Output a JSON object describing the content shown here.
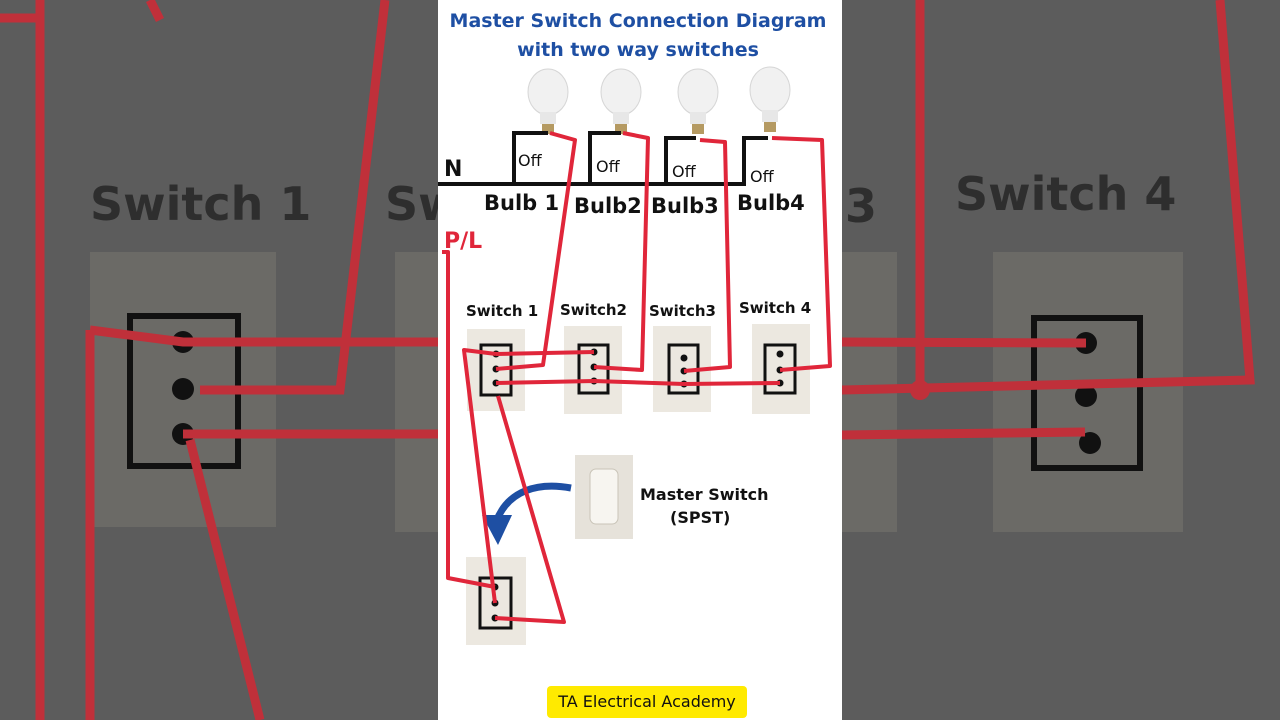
{
  "diagram": {
    "title_line1": "Master Switch Connection Diagram",
    "title_line2": "with two way switches",
    "neutral_label": "N",
    "phase_label": "P/L",
    "bulbs": [
      "Bulb 1",
      "Bulb2",
      "Bulb3",
      "Bulb4"
    ],
    "bulb_state": "Off",
    "switches": [
      "Switch 1",
      "Switch2",
      "Switch3",
      "Switch 4"
    ],
    "master_label_line1": "Master Switch",
    "master_label_line2": "(SPST)",
    "footer": "TA Electrical Academy"
  },
  "background": {
    "left_label": "Switch 1",
    "left_partial": "Sw",
    "right_partial": "3",
    "right_label": "Switch 4"
  },
  "colors": {
    "wire_phase": "#e0263a",
    "wire_neutral": "#111111",
    "title": "#1e4fa3",
    "footer_bg": "#ffea00"
  }
}
